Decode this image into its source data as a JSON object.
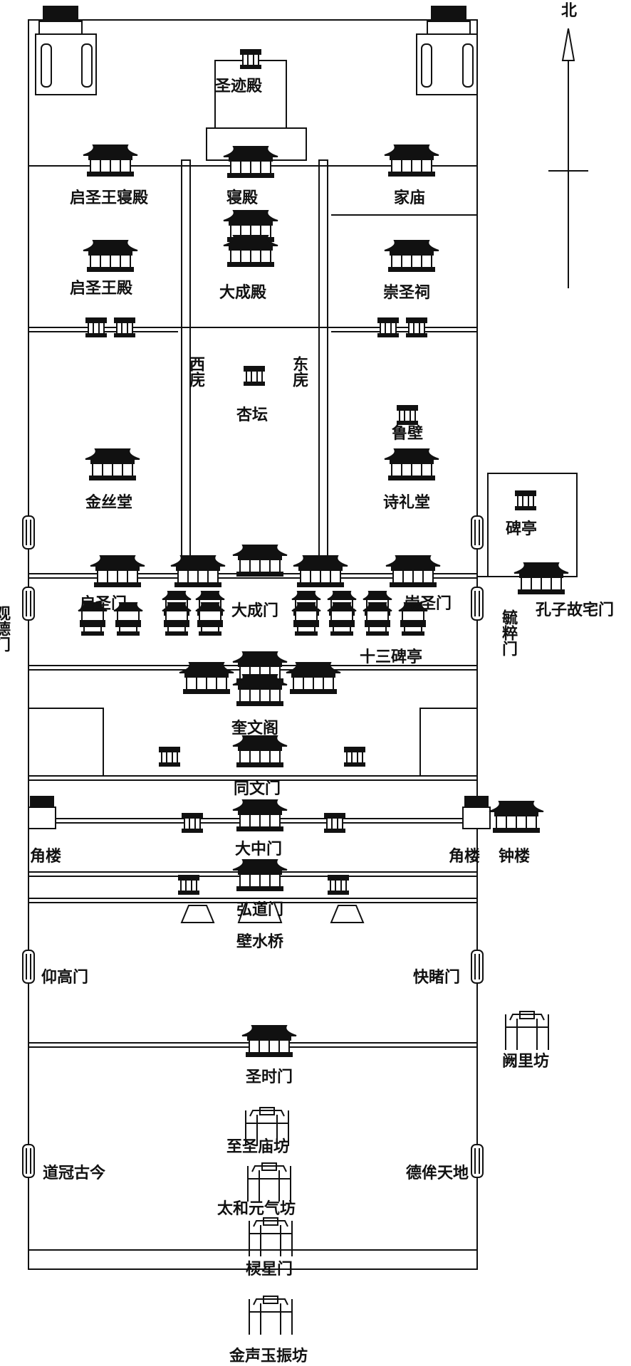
{
  "north_label": "北",
  "halls": {
    "shengji_dian": "圣迹殿",
    "qin_dian": "寝殿",
    "qisheng_wang_qin_dian": "启圣王寝殿",
    "jia_miao": "家庙",
    "qisheng_wang_dian": "启圣王殿",
    "dacheng_dian": "大成殿",
    "chongsheng_ci": "崇圣祠",
    "xi_wu": "西庑",
    "dong_wu": "东庑",
    "xing_tan": "杏坛",
    "lu_bi": "鲁壁",
    "jinsi_tang": "金丝堂",
    "shili_tang": "诗礼堂",
    "bei_ting": "碑亭"
  },
  "gates": {
    "qisheng_men": "启圣门",
    "dacheng_men": "大成门",
    "chongsheng_men": "崇圣门",
    "guande_men": "观德门",
    "yuzui_men": "毓粹门",
    "kongzi_guzhai_men": "孔子故宅门",
    "shisan_beiting": "十三碑亭",
    "kuiwen_ge": "奎文阁",
    "tongwen_men": "同文门",
    "jiao_lou_left": "角楼",
    "dazhong_men": "大中门",
    "jiao_lou_right": "角楼",
    "zhong_lou": "钟楼",
    "hongdao_men": "弘道门",
    "bishui_qiao": "壁水桥",
    "yanggao_men": "仰高门",
    "kuaidu_men": "快睹门",
    "queli_fang": "阙里坊",
    "shengshi_men": "圣时门",
    "zhisheng_miao_fang": "至圣庙坊",
    "daoguan_gujin": "道冠古今",
    "depei_tiandi": "德侔天地",
    "taihe_yuanqi_fang": "太和元气坊",
    "lingxing_men": "棂星门",
    "jinsheng_yuzhen_fang": "金声玉振坊"
  }
}
